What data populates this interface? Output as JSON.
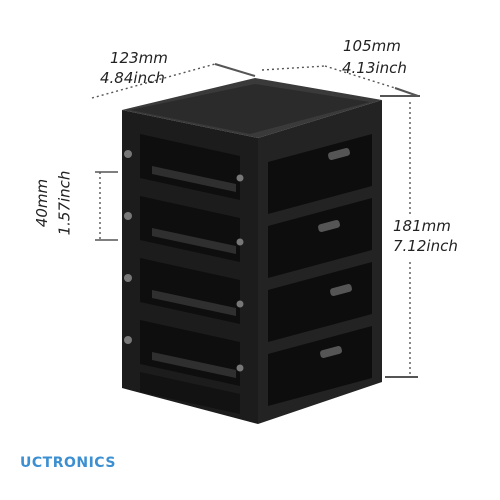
{
  "brand": {
    "name": "UCTRONICS",
    "color": "#3c8fd1"
  },
  "dimensions": {
    "width": {
      "mm": "123mm",
      "inch": "4.84inch"
    },
    "depth": {
      "mm": "105mm",
      "inch": "4.13inch"
    },
    "height": {
      "mm": "181mm",
      "inch": "7.12inch"
    },
    "bay_spacing": {
      "mm": "40mm",
      "inch": "1.57inch"
    }
  },
  "product": {
    "name": "hard-drive-cage",
    "bays": 4,
    "color": "#1a1a1a"
  }
}
